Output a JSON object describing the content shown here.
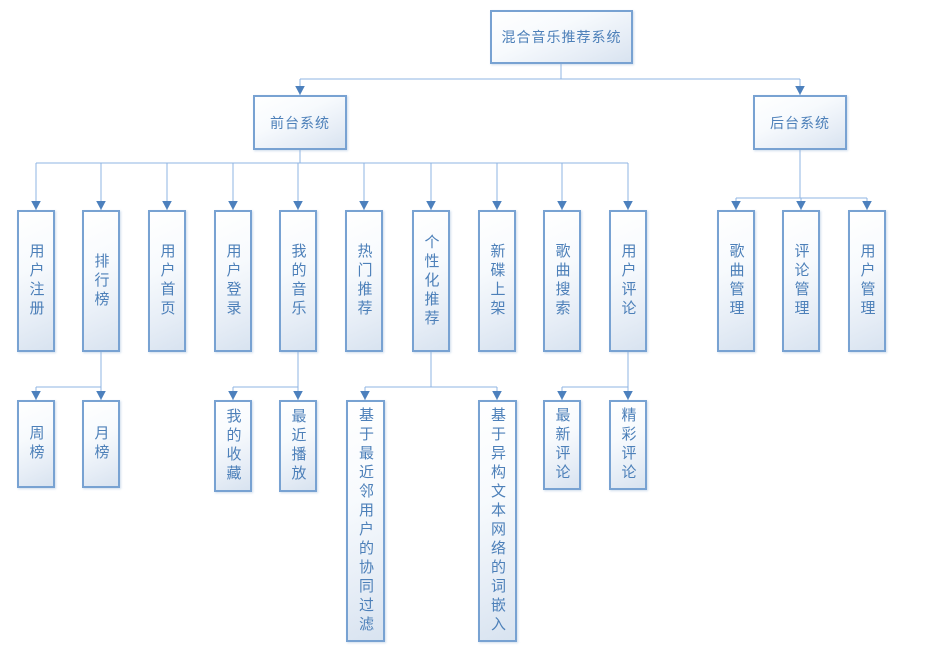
{
  "diagram_title": "混合音乐推荐系统",
  "colors": {
    "node_border": "#78a2d2",
    "node_fill_top": "#ffffff",
    "node_fill_bottom": "#d8e3f0",
    "node_text": "#4d80b9",
    "connector_line": "#8fb4e3",
    "arrowhead": "#4c80bd",
    "background": "#ffffff"
  },
  "tree": {
    "root": {
      "label": "混合音乐推荐系统",
      "children": [
        {
          "label": "前台系统",
          "children": [
            {
              "label": "用户注册"
            },
            {
              "label": "排行榜",
              "children": [
                {
                  "label": "周榜"
                },
                {
                  "label": "月榜"
                }
              ]
            },
            {
              "label": "用户首页"
            },
            {
              "label": "用户登录"
            },
            {
              "label": "我的音乐",
              "children": [
                {
                  "label": "我的收藏"
                },
                {
                  "label": "最近播放"
                }
              ]
            },
            {
              "label": "热门推荐"
            },
            {
              "label": "个性化推荐",
              "children": [
                {
                  "label": "基于最近邻用户的协同过滤"
                },
                {
                  "label": "基于异构文本网络的词嵌入"
                }
              ]
            },
            {
              "label": "新碟上架"
            },
            {
              "label": "歌曲搜索"
            },
            {
              "label": "用户评论",
              "children": [
                {
                  "label": "最新评论"
                },
                {
                  "label": "精彩评论"
                }
              ]
            }
          ]
        },
        {
          "label": "后台系统",
          "children": [
            {
              "label": "歌曲管理"
            },
            {
              "label": "评论管理"
            },
            {
              "label": "用户管理"
            }
          ]
        }
      ]
    }
  }
}
